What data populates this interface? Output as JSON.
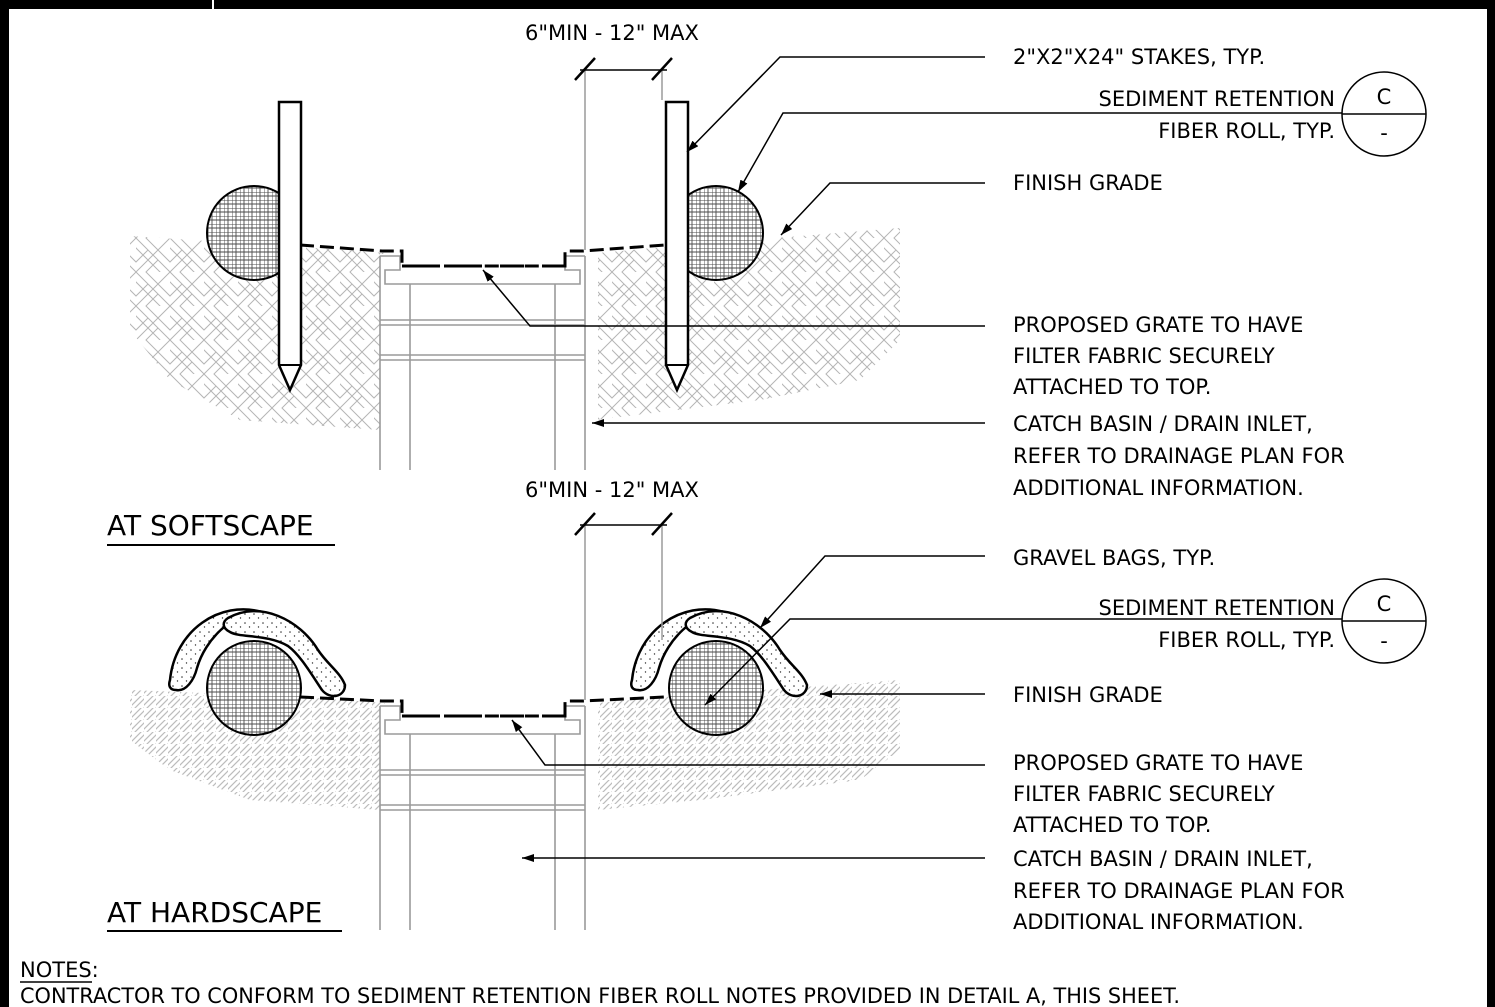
{
  "softscape": {
    "title": "AT SOFTSCAPE",
    "dimension": "6\"MIN - 12\" MAX",
    "labels": {
      "stakes": "2\"X2\"X24\" STAKES, TYP.",
      "fiber_roll_1": "SEDIMENT RETENTION",
      "fiber_roll_2": "FIBER ROLL, TYP.",
      "finish_grade": "FINISH GRADE",
      "grate_1": "PROPOSED GRATE TO HAVE",
      "grate_2": "FILTER FABRIC SECURELY",
      "grate_3": "ATTACHED TO TOP.",
      "basin_1": "CATCH BASIN / DRAIN INLET,",
      "basin_2": "REFER TO DRAINAGE PLAN FOR",
      "basin_3": "ADDITIONAL INFORMATION."
    },
    "detail_ref": {
      "letter": "C",
      "sheet": "-"
    }
  },
  "hardscape": {
    "title": "AT HARDSCAPE",
    "dimension": "6\"MIN - 12\" MAX",
    "labels": {
      "gravel_bags": "GRAVEL BAGS, TYP.",
      "fiber_roll_1": "SEDIMENT RETENTION",
      "fiber_roll_2": "FIBER ROLL, TYP.",
      "finish_grade": "FINISH GRADE",
      "grate_1": "PROPOSED GRATE TO HAVE",
      "grate_2": "FILTER FABRIC SECURELY",
      "grate_3": "ATTACHED TO TOP.",
      "basin_1": "CATCH BASIN / DRAIN INLET,",
      "basin_2": "REFER TO DRAINAGE PLAN FOR",
      "basin_3": "ADDITIONAL INFORMATION."
    },
    "detail_ref": {
      "letter": "C",
      "sheet": "-"
    }
  },
  "notes": {
    "heading": "NOTES:",
    "text": "CONTRACTOR TO CONFORM TO SEDIMENT RETENTION FIBER ROLL NOTES PROVIDED IN DETAIL A, THIS SHEET."
  }
}
